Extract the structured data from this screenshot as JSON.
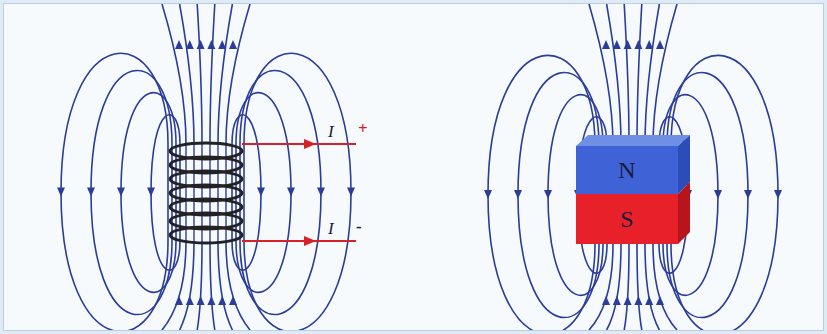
{
  "diagram": {
    "nodes": [
      {
        "text": [
          "N"
        ]
      },
      {
        "text": [
          "S"
        ]
      }
    ],
    "labels": [
      "I",
      "+",
      "I",
      "-"
    ]
  }
}
